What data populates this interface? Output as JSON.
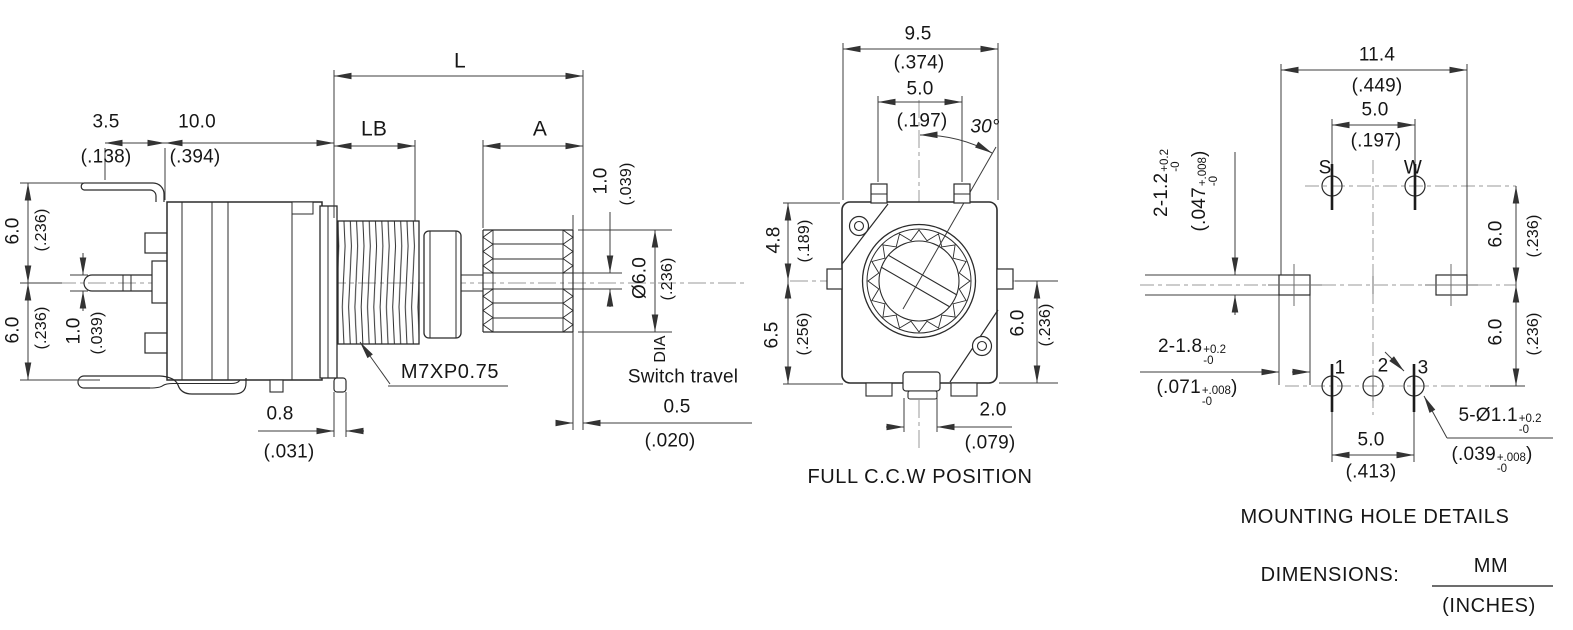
{
  "side": {
    "dim_l": "L",
    "dim_lb": "LB",
    "dim_a": "A",
    "d35": "3.5",
    "d35_in": "(.138)",
    "d10": "10.0",
    "d10_in": "(.394)",
    "d6_top": "6.0",
    "d6_top_in": "(.236)",
    "d6_bot": "6.0",
    "d6_bot_in": "(.236)",
    "d1_pin": "1.0",
    "d1_pin_in": "(.039)",
    "d08": "0.8",
    "d08_in": "(.031)",
    "thread_spec": "M7XP0.75",
    "d1_shaft": "1.0",
    "d1_shaft_in": "(.039)",
    "d6_shaft": "Ø6.0",
    "d6_shaft_in": "(.236)",
    "d6_shaft_dia": "DIA",
    "switch_travel": "Switch travel",
    "d05": "0.5",
    "d05_in": "(.020)"
  },
  "front": {
    "d95": "9.5",
    "d95_in": "(.374)",
    "d5": "5.0",
    "d5_in": "(.197)",
    "angle": "30°",
    "d48": "4.8",
    "d48_in": "(.189)",
    "d65": "6.5",
    "d65_in": "(.256)",
    "d6": "6.0",
    "d6_in": "(.236)",
    "d2": "2.0",
    "d2_in": "(.079)",
    "caption": "FULL C.C.W POSITION"
  },
  "mount": {
    "d114": "11.4",
    "d114_in": "(.449)",
    "d5": "5.0",
    "d5_in": "(.197)",
    "pin_s": "S",
    "pin_w": "W",
    "pin_1": "1",
    "pin_2": "2",
    "pin_3": "3",
    "slot12": {
      "base": "2-1.2",
      "tp": "+0.2",
      "tb": "-0"
    },
    "slot12_in": {
      "base": "(.047",
      "tp": "+.008",
      "tb": "-0",
      "close": ")"
    },
    "slot18": {
      "base": "2-1.8",
      "tp": "+0.2",
      "tb": "-0"
    },
    "slot18_in": {
      "base": "(.071",
      "tp": "+.008",
      "tb": "-0",
      "close": ")"
    },
    "hole11": {
      "base": "5-Ø1.1",
      "tp": "+0.2",
      "tb": "-0"
    },
    "hole11_in": {
      "base": "(.039",
      "tp": "+.008",
      "tb": "-0",
      "close": ")"
    },
    "d6_up": "6.0",
    "d6_up_in": "(.236)",
    "d6_lo": "6.0",
    "d6_lo_in": "(.236)",
    "d5b": "5.0",
    "d5b_in": "(.413)",
    "caption": "MOUNTING HOLE DETAILS"
  },
  "footer": {
    "dimensions_label": "DIMENSIONS:",
    "mm": "MM",
    "inches": "(INCHES)"
  }
}
